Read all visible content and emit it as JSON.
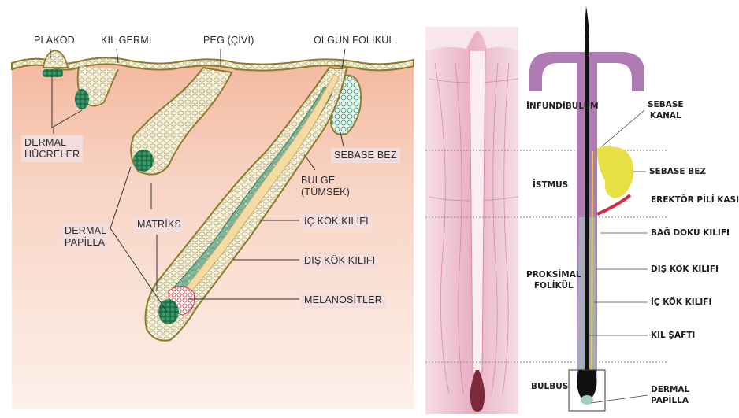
{
  "left_figure": {
    "top_labels": {
      "plakod": "PLAKOD",
      "kil_germi": "KIL GERMİ",
      "peg": "PEG (ÇİVİ)",
      "olgun_folikul": "OLGUN FOLİKÜL"
    },
    "callouts": {
      "dermal_hucreler_1": "DERMAL",
      "dermal_hucreler_2": "HÜCRELER",
      "dermal_papilla_1": "DERMAL",
      "dermal_papilla_2": "PAPİLLA",
      "matriks": "MATRİKS",
      "sebase_bez": "SEBASE BEZ",
      "bulge_1": "BULGE",
      "bulge_2": "(TÜMSEK)",
      "ic_kok_kilifi": "İÇ KÖK KILIFI",
      "dis_kok_kilifi": "DIŞ KÖK KILIFI",
      "melanositler": "MELANOSİTLER"
    },
    "colors": {
      "dermis": "#f6c9b4",
      "epidermis_outline": "#8a7a2a",
      "cells": "#f4f0dc",
      "dermal_cells": "#2e8a5e",
      "root_sheath": "#5aa88a",
      "melanocytes": "#d23a4a"
    }
  },
  "right_figure": {
    "region_labels": {
      "infundibulum": "İNFUNDİBULUM",
      "istmus": "İSTMUS",
      "proksimal_1": "PROKSİMAL",
      "proksimal_2": "FOLİKÜL",
      "bulbus": "BULBUS"
    },
    "structure_labels": {
      "sebase_kanal_1": "SEBASE",
      "sebase_kanal_2": "KANAL",
      "sebase_bez": "SEBASE BEZ",
      "erektor_pili": "EREKTÖR PİLİ KASI",
      "bag_doku": "BAĞ DOKU KILIFI",
      "dis_kok": "DIŞ KÖK KILIFI",
      "ic_kok": "İÇ KÖK KILIFI",
      "kil_safti": "KIL ŞAFTI",
      "dermal_papilla_1": "DERMAL",
      "dermal_papilla_2": "PAPİLLA"
    },
    "colors": {
      "histology": "#e9a9c0",
      "follicle_purple": "#b07ab5",
      "sebaceous_yellow": "#e6e044",
      "arrector_red": "#d8283a",
      "shaft": "#111111"
    }
  }
}
